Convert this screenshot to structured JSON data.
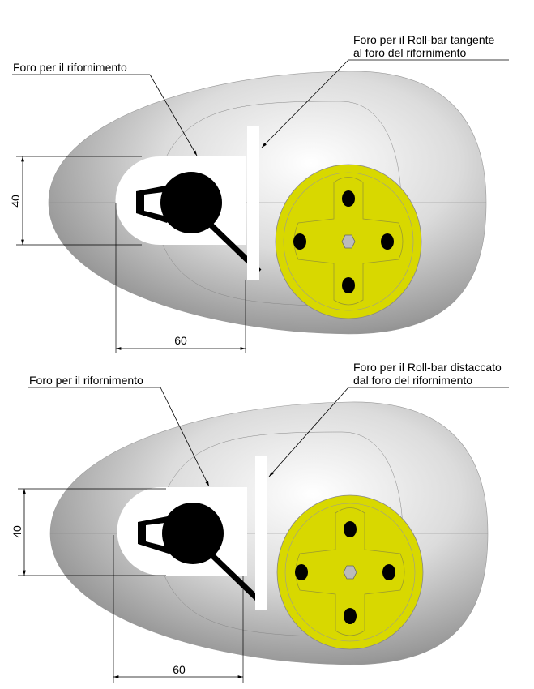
{
  "panels": [
    {
      "label_fill": "Foro per il rifornimento",
      "label_rollbar_line1": "Foro per il Roll-bar tangente",
      "label_rollbar_line2": "al foro del rifornimento",
      "dim_height": "40",
      "dim_width": "60"
    },
    {
      "label_fill": "Foro per il rifornimento",
      "label_rollbar_line1": "Foro per il Roll-bar distaccato",
      "label_rollbar_line2": "dal foro del rifornimento",
      "dim_height": "40",
      "dim_width": "60"
    }
  ],
  "colors": {
    "cap": "#d8d800",
    "tank": "#c8c8c8",
    "cutout": "#ffffff"
  }
}
